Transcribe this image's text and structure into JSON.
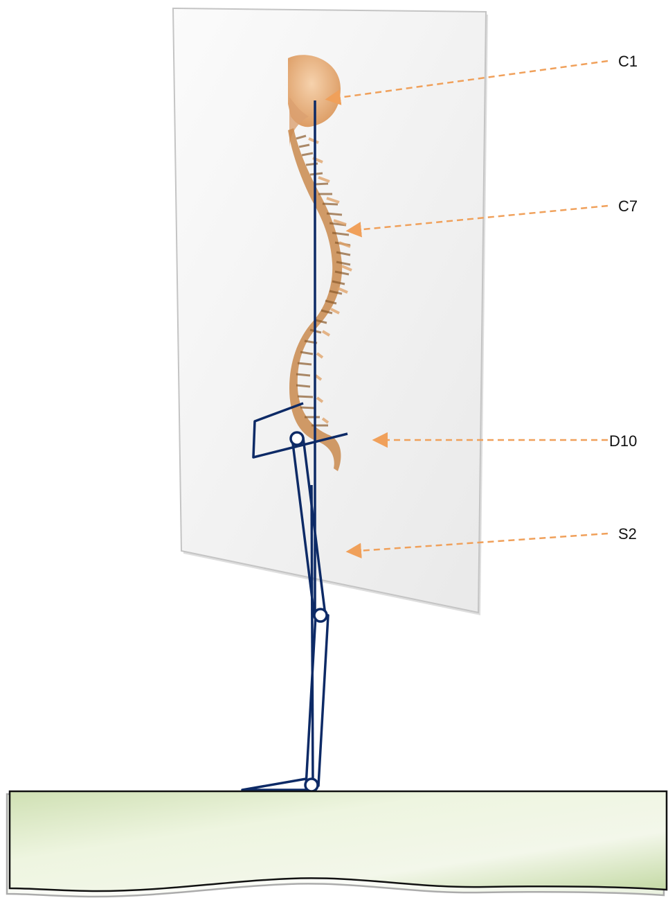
{
  "labels": {
    "c1": "C1",
    "c7": "C7",
    "d10": "D10",
    "s2": "S2"
  },
  "colors": {
    "skeleton": "#0d2a66",
    "arrow": "#f0a05a",
    "panel_fill": "#f1f1f1",
    "panel_edge": "#b9b9b9",
    "ground_light": "#f3f7e8",
    "ground_dark": "#c7dca7",
    "bone": "#c98a4e",
    "skull": "#e8b88a"
  },
  "icons": {
    "joint": "circle-joint-icon",
    "spine": "spine-illustration"
  }
}
